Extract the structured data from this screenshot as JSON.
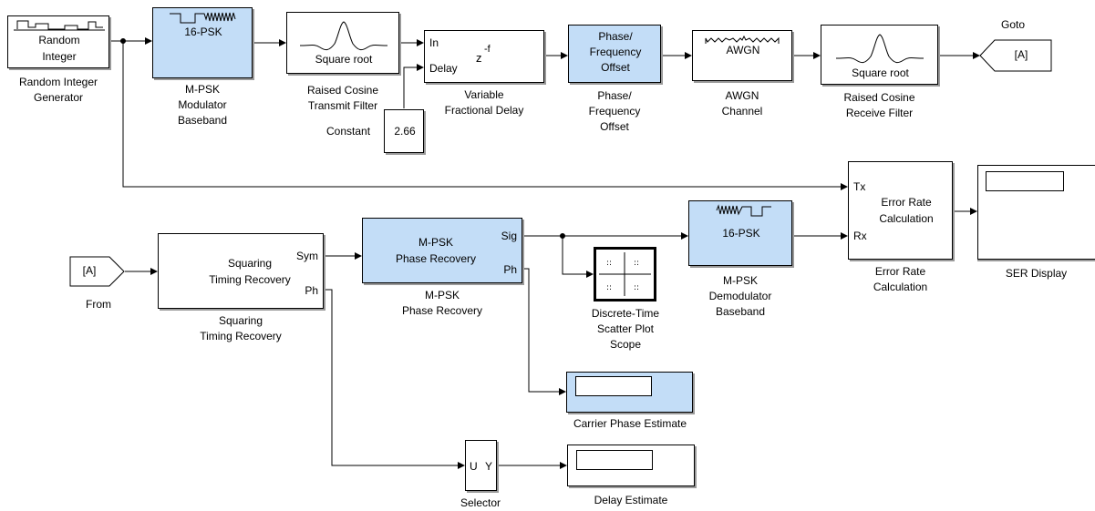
{
  "blocks": {
    "random_integer": {
      "text": [
        "Random",
        "Integer"
      ],
      "caption": [
        "Random Integer",
        "Generator"
      ]
    },
    "mpsk_mod": {
      "text": "16-PSK",
      "caption": [
        "M-PSK",
        "Modulator",
        "Baseband"
      ]
    },
    "tx_filter": {
      "text": "Square root",
      "caption": [
        "Raised Cosine",
        "Transmit Filter"
      ]
    },
    "var_delay": {
      "port_in": "In",
      "port_delay": "Delay",
      "symbol": "z",
      "exponent": "-f",
      "caption": [
        "Variable",
        "Fractional Delay"
      ]
    },
    "constant": {
      "value": "2.66",
      "label": "Constant"
    },
    "phase_offset": {
      "text": [
        "Phase/",
        "Frequency",
        "Offset"
      ],
      "caption": [
        "Phase/",
        "Frequency",
        "Offset"
      ]
    },
    "awgn": {
      "text": "AWGN",
      "caption": [
        "AWGN",
        "Channel"
      ]
    },
    "rx_filter": {
      "text": "Square root",
      "caption": [
        "Raised Cosine",
        "Receive Filter"
      ]
    },
    "goto": {
      "text": "[A]",
      "caption": "Goto"
    },
    "from": {
      "text": "[A]",
      "caption": "From"
    },
    "timing_recovery": {
      "text": [
        "Squaring",
        "Timing Recovery"
      ],
      "port_sym": "Sym",
      "port_ph": "Ph",
      "caption": [
        "Squaring",
        "Timing Recovery"
      ]
    },
    "phase_recovery": {
      "text": [
        "M-PSK",
        "Phase Recovery"
      ],
      "port_sig": "Sig",
      "port_ph": "Ph",
      "caption": [
        "M-PSK",
        "Phase Recovery"
      ]
    },
    "scatter": {
      "caption": [
        "Discrete-Time",
        "Scatter Plot",
        "Scope"
      ]
    },
    "mpsk_demod": {
      "text": "16-PSK",
      "caption": [
        "M-PSK",
        "Demodulator",
        "Baseband"
      ]
    },
    "error_rate": {
      "port_tx": "Tx",
      "port_rx": "Rx",
      "text": [
        "Error Rate",
        "Calculation"
      ],
      "caption": [
        "Error Rate",
        "Calculation"
      ]
    },
    "ser_display": {
      "caption": "SER Display"
    },
    "carrier_phase": {
      "caption": "Carrier Phase Estimate"
    },
    "selector": {
      "port_u": "U",
      "port_y": "Y",
      "caption": "Selector"
    },
    "delay_estimate": {
      "caption": "Delay Estimate"
    }
  },
  "colors": {
    "block_fill": "#ffffff",
    "highlight_fill": "#c3ddf7",
    "line": "#000000",
    "shadow": "#9a9a9a"
  }
}
